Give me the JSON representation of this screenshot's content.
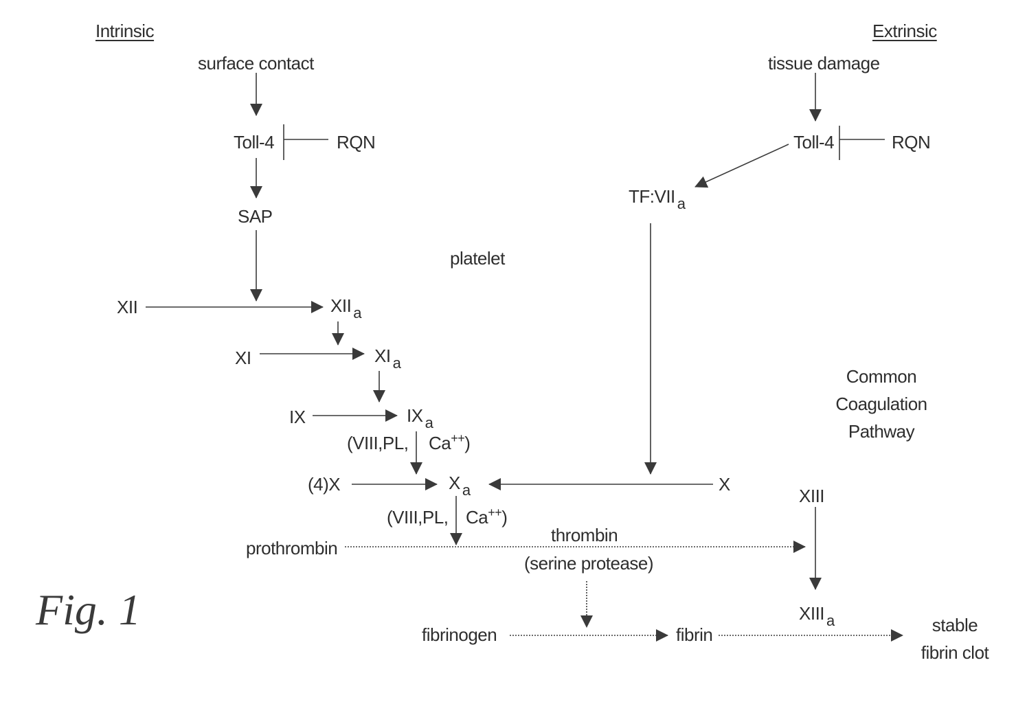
{
  "headers": {
    "intrinsic": "Intrinsic",
    "extrinsic": "Extrinsic"
  },
  "triggers": {
    "surface_contact": "surface contact",
    "tissue_damage": "tissue damage"
  },
  "intrinsic": {
    "toll": "Toll-4",
    "rqn": "RQN",
    "sap": "SAP",
    "xii": "XII",
    "xiia": "XII",
    "xiia_sub": "a",
    "xi": "XI",
    "xia": "XI",
    "xia_sub": "a",
    "ix": "IX",
    "ixa": "IX",
    "ixa_sub": "a",
    "cof1_left": "(VIII,PL,",
    "cof1_right": "Ca",
    "cof1_sup": "++",
    "cof1_close": ")"
  },
  "extrinsic": {
    "toll": "Toll-4",
    "rqn": "RQN",
    "tf": "TF:VII",
    "tf_sub": "a"
  },
  "platelet": "platelet",
  "common": {
    "line1": "Common",
    "line2": "Coagulation",
    "line3": "Pathway"
  },
  "x_section": {
    "x4": "(4)X",
    "xa": "X",
    "xa_sub": "a",
    "x_right": "X",
    "cof2_left": "(VIII,PL,",
    "cof2_right": "Ca",
    "cof2_sup": "++",
    "cof2_close": ")"
  },
  "thrombin_section": {
    "prothrombin": "prothrombin",
    "thrombin": "thrombin",
    "serine": "(serine protease)",
    "xiii": "XIII",
    "xiiia": "XIII",
    "xiiia_sub": "a",
    "fibrinogen": "fibrinogen",
    "fibrin": "fibrin",
    "stable_line1": "stable",
    "stable_line2": "fibrin clot"
  },
  "figure_label": "Fig. 1"
}
